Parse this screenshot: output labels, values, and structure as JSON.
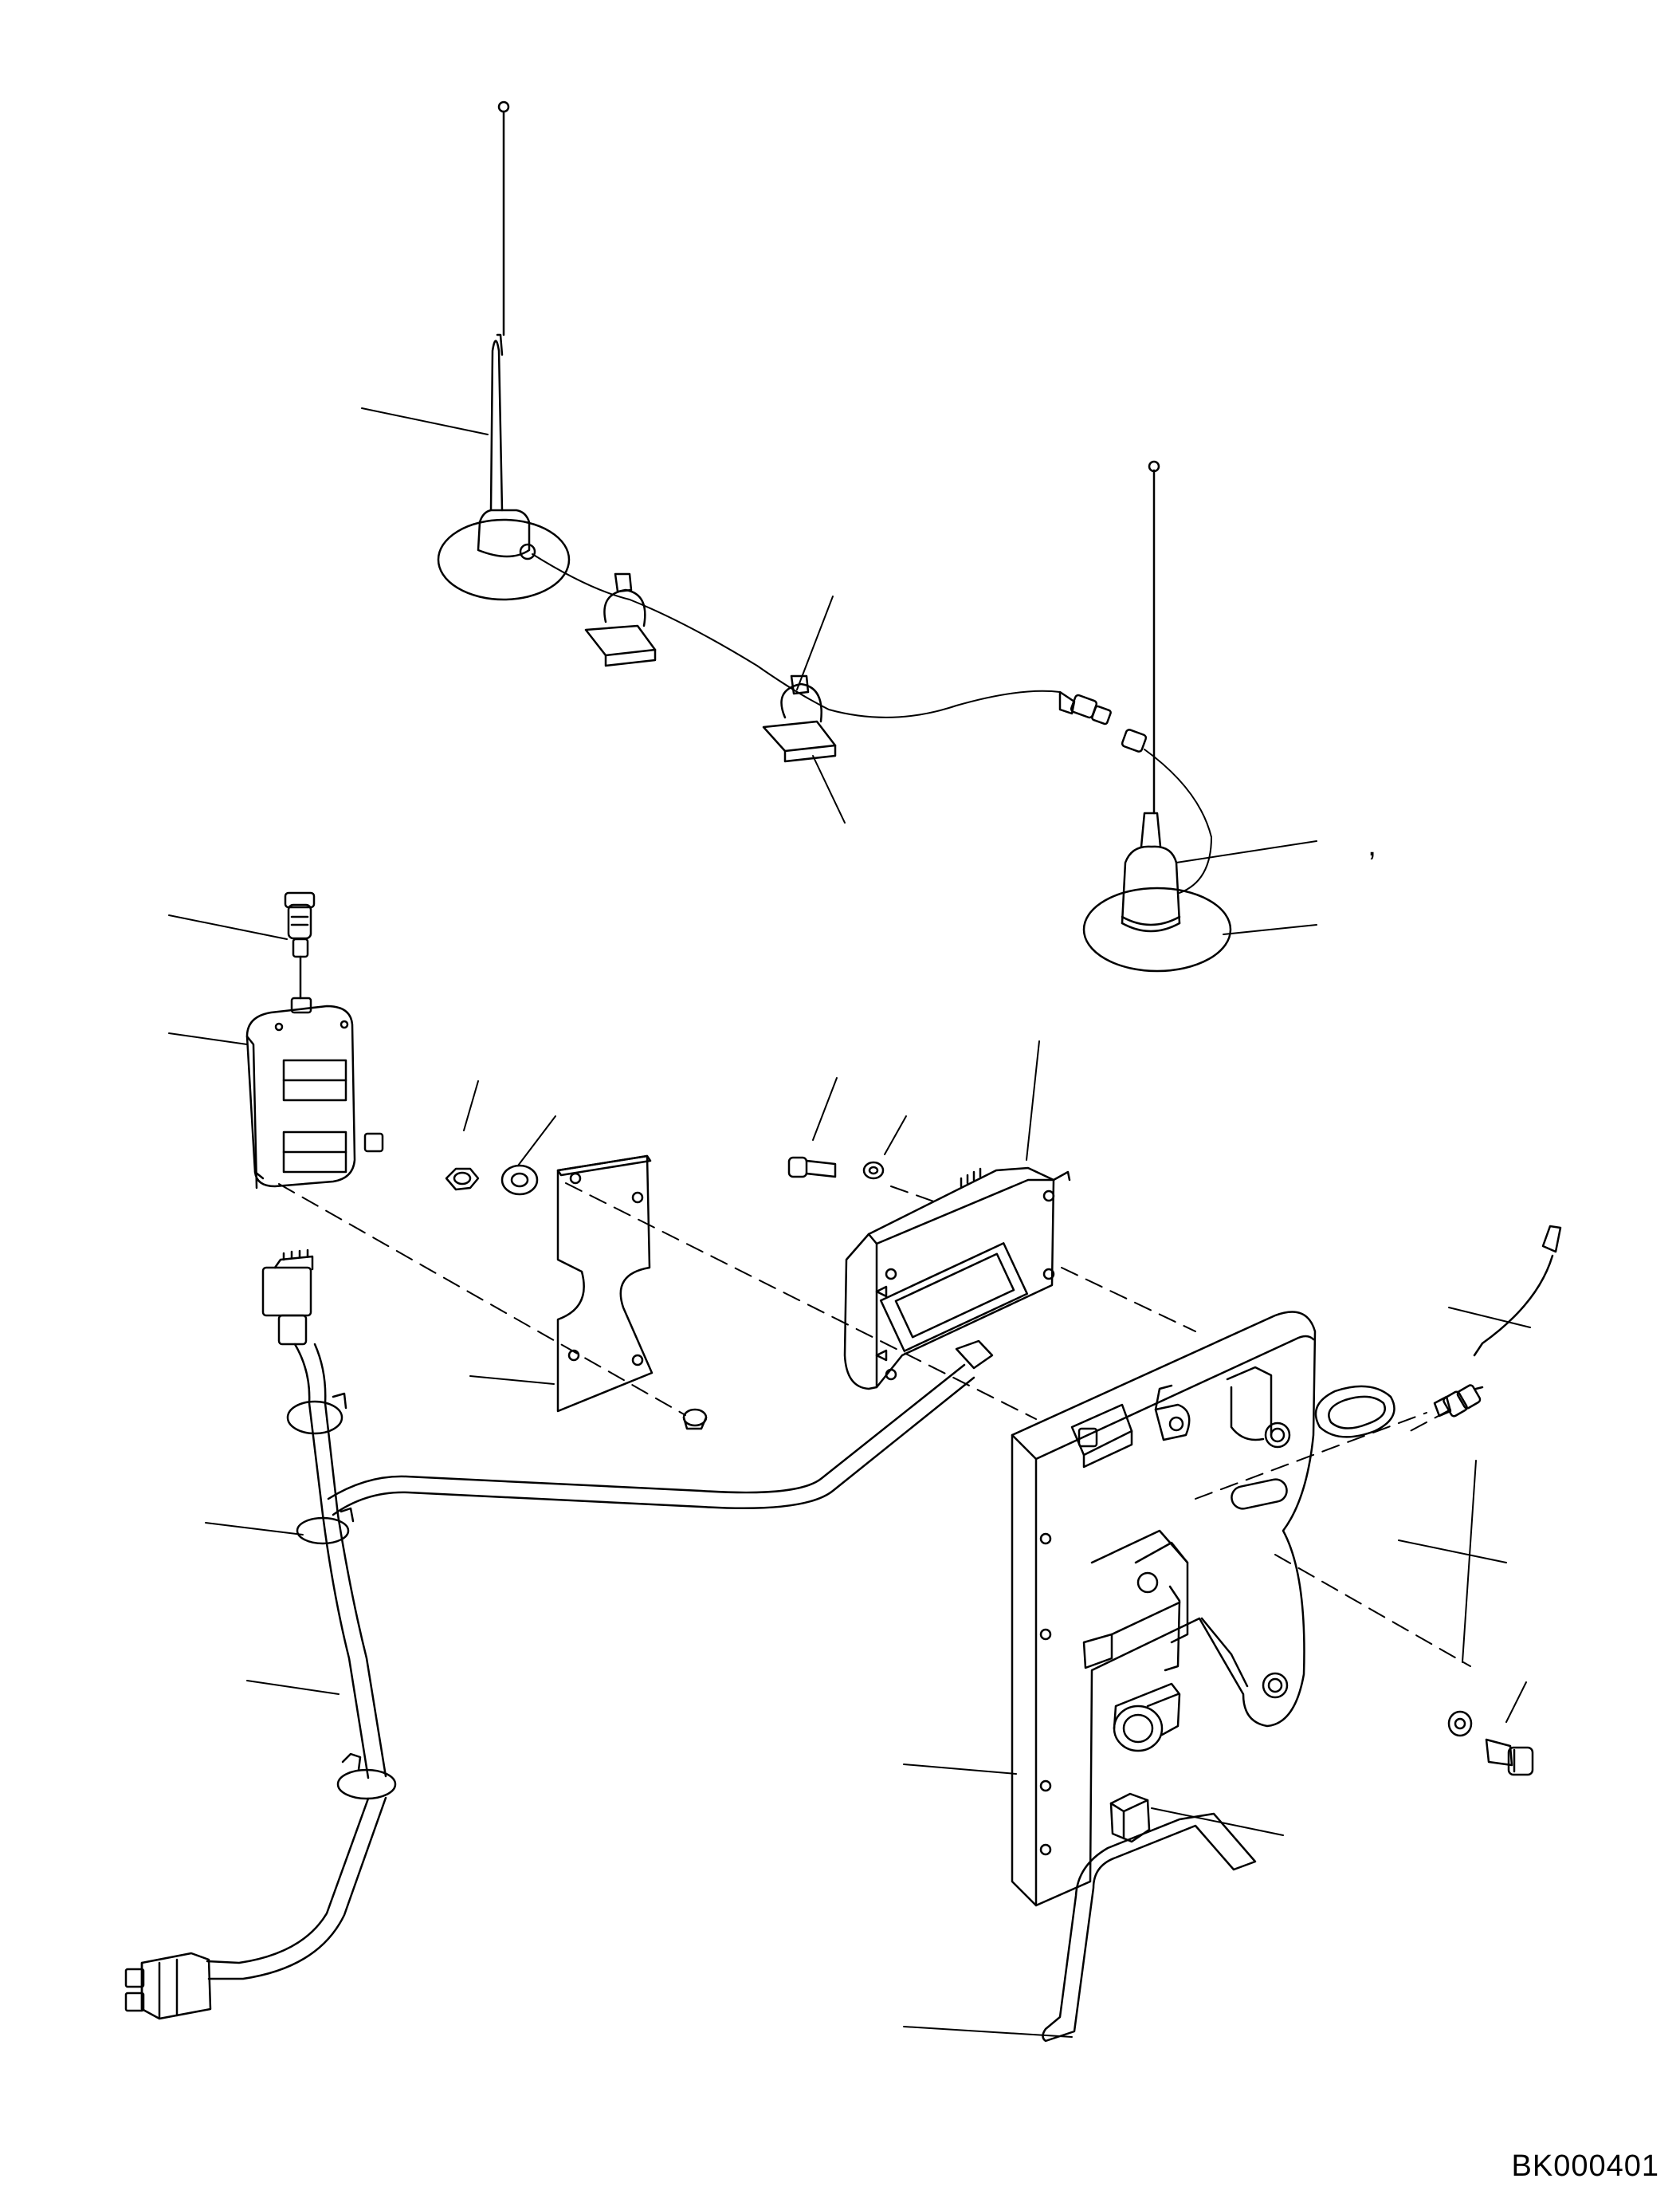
{
  "drawing": {
    "id_label": "BK000401",
    "stray_mark": ","
  },
  "parts": [
    {
      "name": "antenna-whip-large"
    },
    {
      "name": "antenna-whip-small"
    },
    {
      "name": "magnetic-base-large"
    },
    {
      "name": "magnetic-base-small"
    },
    {
      "name": "cable-clip"
    },
    {
      "name": "coax-connector"
    },
    {
      "name": "controller-module"
    },
    {
      "name": "mounting-plate"
    },
    {
      "name": "radio-unit"
    },
    {
      "name": "bracket"
    },
    {
      "name": "wire-harness"
    },
    {
      "name": "grommet"
    },
    {
      "name": "bolt"
    },
    {
      "name": "washer"
    },
    {
      "name": "nut"
    },
    {
      "name": "clamp"
    },
    {
      "name": "rod"
    }
  ]
}
